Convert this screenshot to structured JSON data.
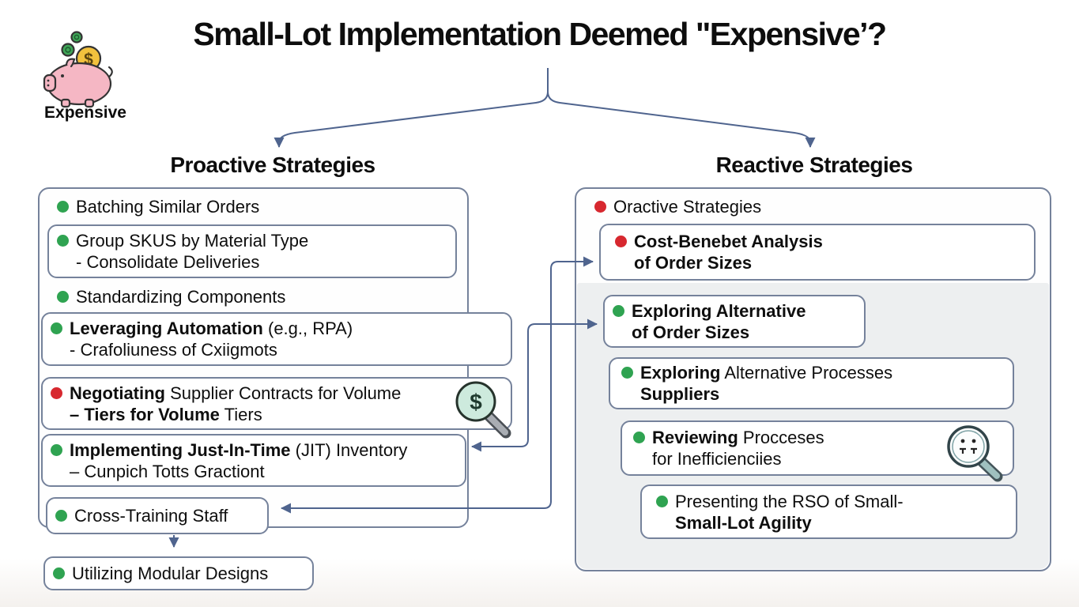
{
  "title": "Small-Lot Implementation Deemed \"Expensive’?",
  "expensive_badge": {
    "label": "Expensive",
    "icon": "piggy-bank-icon"
  },
  "left": {
    "header": "Proactive Strategies",
    "items": [
      {
        "id": "batching",
        "bullet": "green",
        "boxed": false,
        "lines": [
          [
            {
              "t": "Batching Similar Orders"
            }
          ]
        ]
      },
      {
        "id": "group-skus",
        "bullet": "green",
        "boxed": true,
        "lines": [
          [
            {
              "t": "Group SKUS by Material Type"
            }
          ],
          [
            {
              "t": "- Consolidate Deliveries"
            }
          ]
        ]
      },
      {
        "id": "standardizing",
        "bullet": "green",
        "boxed": false,
        "lines": [
          [
            {
              "t": "Standardizing Components"
            }
          ]
        ]
      },
      {
        "id": "leveraging-automation",
        "bullet": "green",
        "boxed": true,
        "lines": [
          [
            {
              "t": "Leveraging Automation",
              "b": true
            },
            {
              "t": " (e.g., RPA)"
            }
          ],
          [
            {
              "t": "- Crafoliuness of Cxiigmots"
            }
          ]
        ]
      },
      {
        "id": "negotiating",
        "bullet": "red",
        "boxed": true,
        "icon": "magnifier-dollar-icon",
        "lines": [
          [
            {
              "t": "Negotiating",
              "b": true
            },
            {
              "t": " Supplier Contracts for Volume"
            }
          ],
          [
            {
              "t": "– Tiers for Volume",
              "b": true
            },
            {
              "t": " Tiers"
            }
          ]
        ]
      },
      {
        "id": "jit-inventory",
        "bullet": "green",
        "boxed": true,
        "lines": [
          [
            {
              "t": "Implementing Just-In-Time",
              "b": true
            },
            {
              "t": " (JIT) Inventory"
            }
          ],
          [
            {
              "t": "– Cunpich Totts Gractiont"
            }
          ]
        ]
      },
      {
        "id": "cross-training",
        "bullet": "green",
        "boxed": true,
        "lines": [
          [
            {
              "t": "Cross-Training Staff"
            }
          ]
        ]
      },
      {
        "id": "modular-designs",
        "bullet": "green",
        "boxed": true,
        "lines": [
          [
            {
              "t": "Utilizing Modular Designs"
            }
          ]
        ]
      }
    ]
  },
  "right": {
    "header": "Reactive Strategies",
    "items": [
      {
        "id": "oractive",
        "bullet": "red",
        "boxed": false,
        "lines": [
          [
            {
              "t": "Oractive Strategies"
            }
          ]
        ]
      },
      {
        "id": "cost-benefit",
        "bullet": "red",
        "boxed": true,
        "lines": [
          [
            {
              "t": "Cost-Benebet Analysis",
              "b": true
            }
          ],
          [
            {
              "t": "of Order Sizes",
              "b": true
            }
          ]
        ]
      },
      {
        "id": "exploring-alternative",
        "bullet": "green",
        "boxed": true,
        "lines": [
          [
            {
              "t": "Exploring Alternative",
              "b": true
            }
          ],
          [
            {
              "t": "of Order Sizes",
              "b": true
            }
          ]
        ]
      },
      {
        "id": "exploring-processes",
        "bullet": "green",
        "boxed": true,
        "lines": [
          [
            {
              "t": "Exploring",
              "b": true
            },
            {
              "t": " Alternative Processes"
            }
          ],
          [
            {
              "t": "Suppliers",
              "b": true
            }
          ]
        ]
      },
      {
        "id": "reviewing",
        "bullet": "green",
        "boxed": true,
        "icon": "magnifier-face-icon",
        "lines": [
          [
            {
              "t": "Reviewing",
              "b": true
            },
            {
              "t": " Procceses"
            }
          ],
          [
            {
              "t": "for Inefficienciies"
            }
          ]
        ]
      },
      {
        "id": "presenting",
        "bullet": "green",
        "boxed": true,
        "lines": [
          [
            {
              "t": "Presenting the RSO of Small-"
            }
          ],
          [
            {
              "t": "Small-Lot Agility",
              "b": true
            }
          ]
        ]
      }
    ]
  },
  "icons": {
    "piggy_bank": "piggy-bank-icon",
    "magnifier_dollar": "magnifier-dollar-icon",
    "magnifier_face": "magnifier-face-icon",
    "dollar_glyph": "$"
  },
  "colors": {
    "border": "#75829b",
    "line": "#4f648e",
    "green": "#2fa351",
    "red": "#d7282f",
    "inset": "#edeff0"
  }
}
